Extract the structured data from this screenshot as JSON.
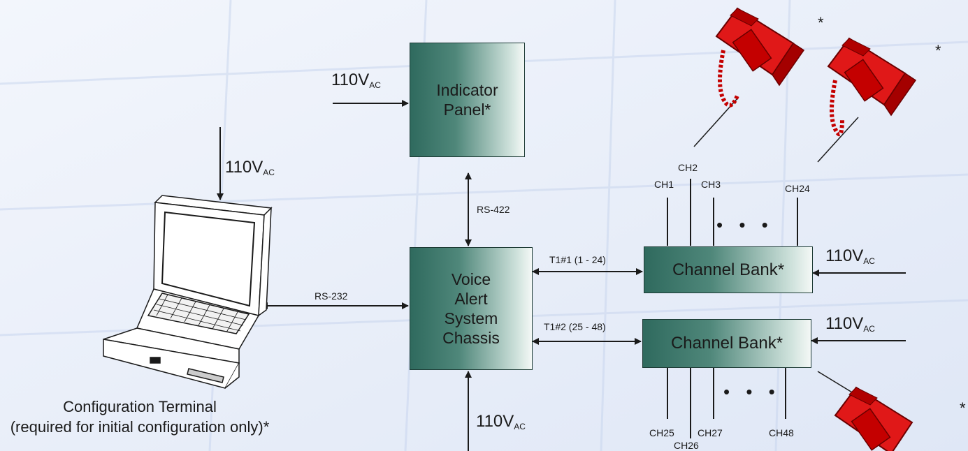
{
  "boxes": {
    "indicator_panel": "Indicator\nPanel*",
    "voice_alert": "Voice\nAlert\nSystem\nChassis",
    "channel_bank_1": "Channel Bank*",
    "channel_bank_2": "Channel Bank*"
  },
  "power": {
    "main": "110V",
    "sub": "AC"
  },
  "links": {
    "rs422": "RS-422",
    "rs232": "RS-232",
    "t1_1": "T1#1 (1 - 24)",
    "t1_2": "T1#2 (25 - 48)"
  },
  "channels_top": [
    "CH1",
    "CH2",
    "CH3",
    "CH24"
  ],
  "channels_bottom": [
    "CH25",
    "CH26",
    "CH27",
    "CH48"
  ],
  "dots": "• • •",
  "asterisk": "*",
  "terminal_caption": {
    "line1": "Configuration Terminal",
    "line2": "(required for initial configuration only)*"
  },
  "colors": {
    "box_dark": "#2f6a5e",
    "phone_red": "#e01818",
    "background": "#e8eefa"
  }
}
